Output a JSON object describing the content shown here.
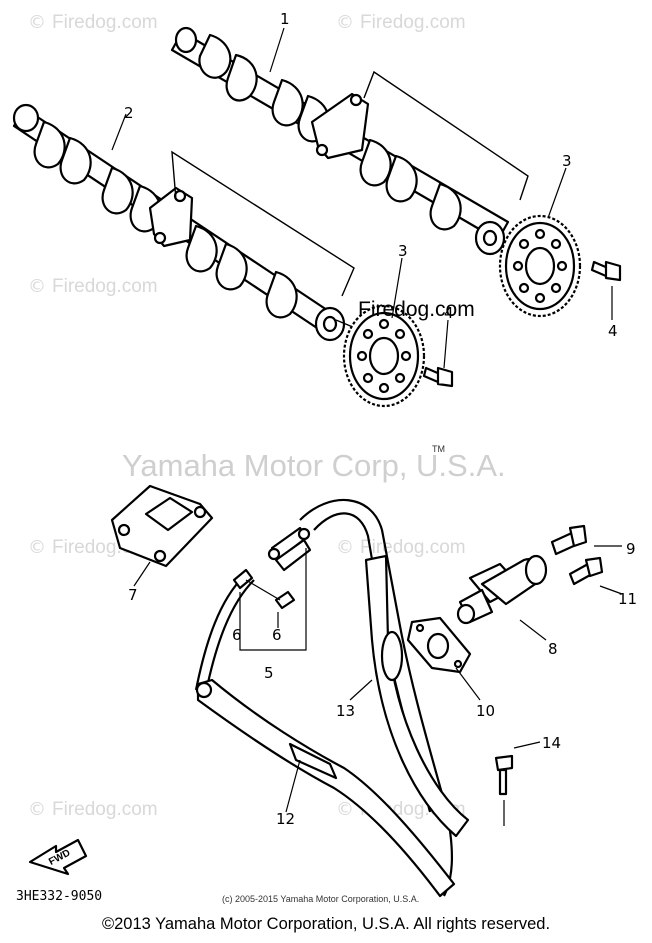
{
  "watermark": {
    "site": "Firedog.com",
    "symbol": "©",
    "main": "Firedog.com"
  },
  "center_mark": "Yamaha Motor Corp, U.S.A.",
  "trademark": "TM",
  "callouts": {
    "c1": "1",
    "c2": "2",
    "c3a": "3",
    "c3b": "3",
    "c4a": "4",
    "c4b": "4",
    "c5": "5",
    "c6a": "6",
    "c6b": "6",
    "c7": "7",
    "c8": "8",
    "c9": "9",
    "c10": "10",
    "c11": "11",
    "c12": "12",
    "c13": "13",
    "c14": "14"
  },
  "fwd_label": "FWD",
  "diagram_code": "3HE332-9050",
  "small_copyright": "(c) 2005-2015 Yamaha Motor Corporation, U.S.A.",
  "footer_copyright": "©2013 Yamaha Motor Corporation, U.S.A. All rights reserved.",
  "colors": {
    "line": "#000000",
    "watermark": "#d8d8d8",
    "background": "#ffffff"
  }
}
